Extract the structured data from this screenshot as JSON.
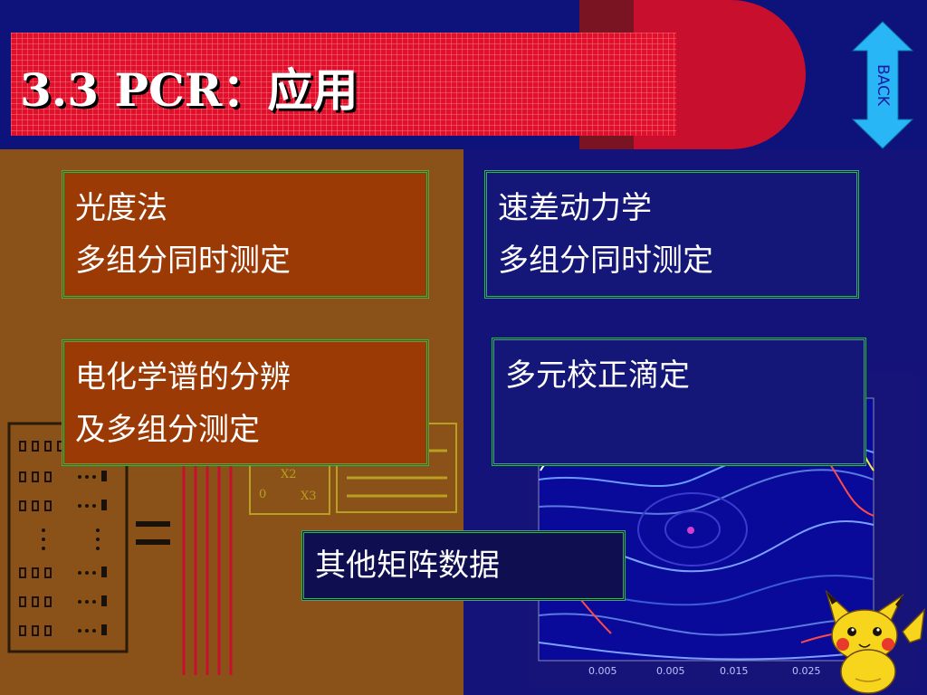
{
  "title": "3.3 PCR：应用",
  "back_button": {
    "label": "BACK"
  },
  "boxes": {
    "spectrophotometry": [
      "光度法",
      "多组分同时测定"
    ],
    "kinetics": [
      "速差动力学",
      "多组分同时测定"
    ],
    "electrochemistry": [
      "电化学谱的分辨",
      "及多组分测定"
    ],
    "titration": [
      "多元校正滴定"
    ],
    "other": [
      "其他矩阵数据"
    ]
  },
  "matrix_labels": {
    "x2": "X2",
    "x3": "X3",
    "zero": "0"
  },
  "contour_axis_labels": [
    "0.005",
    "0.005",
    "0.015",
    "0.025"
  ],
  "colors": {
    "title_banner": "#e0102c",
    "left_panel": "#8a5218",
    "right_panel": "#14137a",
    "box_border": "#2fb84a",
    "box_orange": "#9c3a06",
    "box_navy": "#141678",
    "back_arrow": "#29b6f6"
  }
}
